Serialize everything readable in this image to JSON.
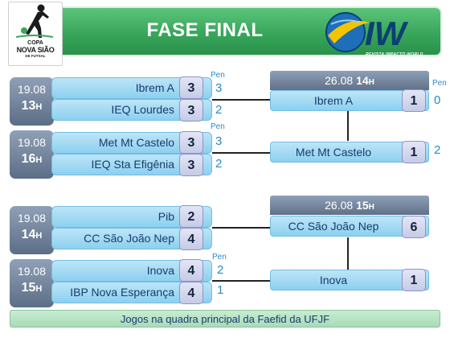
{
  "header": {
    "title": "FASE FINAL",
    "logo_left": {
      "line1": "COPA",
      "line2": "NOVA SIÃO",
      "line3": "DE FUTSAL"
    },
    "logo_right": {
      "text": "IW",
      "subtitle": "REVISTA IMPACTO WORLD"
    }
  },
  "semifinals": [
    {
      "date": "19.08",
      "time": "13",
      "time_suffix": "H",
      "pen_label": "Pen",
      "home": {
        "team": "Ibrem A",
        "score": "3",
        "pen": "3"
      },
      "away": {
        "team": "IEQ Lourdes",
        "score": "3",
        "pen": "2"
      }
    },
    {
      "date": "19.08",
      "time": "16",
      "time_suffix": "H",
      "pen_label": "Pen",
      "home": {
        "team": "Met Mt Castelo",
        "score": "3",
        "pen": "3"
      },
      "away": {
        "team": "IEQ Sta Efigênia",
        "score": "3",
        "pen": "2"
      }
    },
    {
      "date": "19.08",
      "time": "14",
      "time_suffix": "H",
      "pen_label": "",
      "home": {
        "team": "Pib",
        "score": "2",
        "pen": ""
      },
      "away": {
        "team": "CC São João Nep",
        "score": "4",
        "pen": ""
      }
    },
    {
      "date": "19.08",
      "time": "15",
      "time_suffix": "H",
      "pen_label": "Pen",
      "home": {
        "team": "Inova",
        "score": "4",
        "pen": "2"
      },
      "away": {
        "team": "IBP Nova Esperança",
        "score": "4",
        "pen": "1"
      }
    }
  ],
  "finals": [
    {
      "date": "26.08",
      "time": "14",
      "time_suffix": "H",
      "pen_label": "Pen",
      "home": {
        "team": "Ibrem A",
        "score": "1",
        "pen": "0"
      },
      "away": {
        "team": "Met Mt Castelo",
        "score": "1",
        "pen": "2"
      }
    },
    {
      "date": "26.08",
      "time": "15",
      "time_suffix": "H",
      "pen_label": "",
      "home": {
        "team": "CC São João Nep",
        "score": "6",
        "pen": ""
      },
      "away": {
        "team": "Inova",
        "score": "1",
        "pen": ""
      }
    }
  ],
  "footer": "Jogos na quadra principal da Faefid da UFJF",
  "colors": {
    "header_green": "#38a65b",
    "team_bar": "#8cd0ef",
    "date_box": "#5c6e86",
    "pen_text": "#2b89c9"
  }
}
